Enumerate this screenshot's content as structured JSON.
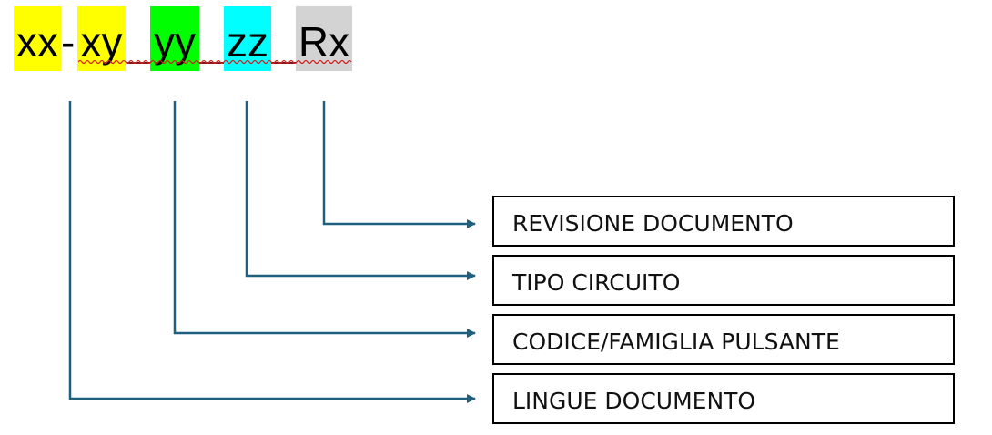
{
  "code": {
    "parts": [
      {
        "text": "xx",
        "highlight": "#ffff00"
      },
      {
        "text": "-",
        "highlight": null
      },
      {
        "text": "xy",
        "highlight": "#ffff00"
      },
      {
        "text": "yy",
        "highlight": "#00ff00"
      },
      {
        "text": "zz",
        "highlight": "#00ffff"
      },
      {
        "text": "Rx",
        "highlight": "#d3d3d3"
      }
    ]
  },
  "labels": [
    {
      "text": "REVISIONE DOCUMENTO"
    },
    {
      "text": "TIPO CIRCUITO"
    },
    {
      "text": "CODICE/FAMIGLIA PULSANTE"
    },
    {
      "text": "LINGUE DOCUMENTO"
    }
  ],
  "colors": {
    "connector": "#1f5f7f",
    "box_border": "#000000"
  }
}
